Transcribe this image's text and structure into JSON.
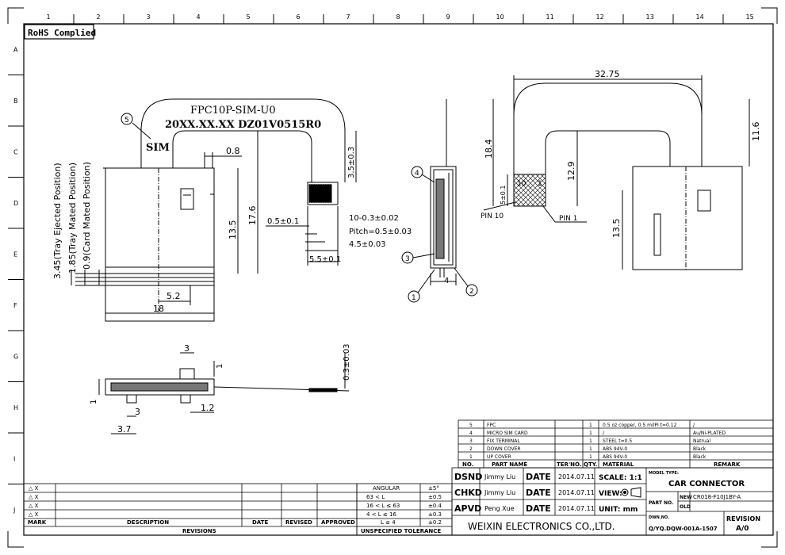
{
  "grid": {
    "cols": [
      "1",
      "2",
      "3",
      "4",
      "5",
      "6",
      "7",
      "8",
      "9",
      "10",
      "11",
      "12",
      "13",
      "14",
      "15"
    ],
    "rows": [
      "A",
      "B",
      "C",
      "D",
      "E",
      "F",
      "G",
      "H",
      "I",
      "J"
    ]
  },
  "stamp": "RoHS Complied",
  "main_view": {
    "part_line1": "FPC10P-SIM-U0",
    "part_line2": "20XX.XX.XX DZ01V0515R0",
    "sim_label": "SIM",
    "callout": "5",
    "dims": {
      "tray_ejected": "3.45(Tray Ejected Position)",
      "tray_mated": "1.85(Tray Mated Position)",
      "card_mated": "0.9(Card Mated Position)",
      "d0_8": "0.8",
      "d13_5": "13.5",
      "d17_6": "17.6",
      "d3_5": "3.5±0.3",
      "d0_5": "0.5±0.1",
      "d10": "10-0.3±0.02",
      "pitch": "Pitch=0.5±0.03",
      "d4_5": "4.5±0.03",
      "d5_5": "5.5±0.1",
      "d5_2": "5.2",
      "d18": "18"
    }
  },
  "side_view": {
    "callouts": [
      "4",
      "3",
      "1",
      "2"
    ],
    "d4": "4"
  },
  "right_view": {
    "d32_75": "32.75",
    "d11_6": "11.6",
    "d18_4": "18.4",
    "d12_9": "12.9",
    "d5": "5±0.1",
    "pin10": "PIN 10",
    "pin1": "PIN 1",
    "num10": "10",
    "num1": "1",
    "d13_5": "13.5"
  },
  "bottom_view": {
    "d3a": "3",
    "d0_3": "0.3±0.03",
    "d1a": "1",
    "d1b": "1",
    "d1_2": "1.2",
    "d3b": "3",
    "d3_7": "3.7"
  },
  "bom": {
    "rows": [
      {
        "no": "5",
        "name": "FPC",
        "qty": "1",
        "material": "0.5 oz copper, 0.5 milPI t=0.12",
        "remark": "/"
      },
      {
        "no": "4",
        "name": "MICRO SIM CARD",
        "qty": "1",
        "material": "/",
        "remark": "Au/Ni-PLATED"
      },
      {
        "no": "3",
        "name": "FIX TERMINAL",
        "qty": "1",
        "material": "STEEL  t=0.5",
        "remark": "Natrual"
      },
      {
        "no": "2",
        "name": "DOWN COVER",
        "qty": "1",
        "material": "ABS  94V-0",
        "remark": "Black"
      },
      {
        "no": "1",
        "name": "UP COVER",
        "qty": "1",
        "material": "ABS  94V-0",
        "remark": "Black"
      }
    ],
    "headers": {
      "no": "NO.",
      "name": "PART NAME",
      "terno": "TER'NO.",
      "qty": "QTY.",
      "material": "MATERIAL",
      "remark": "REMARK"
    }
  },
  "title_block": {
    "dsnd_label": "DSND",
    "dsnd_name": "Jimmy Liu",
    "date_label1": "DATE",
    "date1": "2014.07.11",
    "chkd_label": "CHKD",
    "chkd_name": "Jimmy Liu",
    "date_label2": "DATE",
    "date2": "2014.07.11",
    "apvd_label": "APVD",
    "apvd_name": "Peng Xue",
    "date_label3": "DATE",
    "date3": "2014.07.11",
    "scale": "SCALE: 1:1",
    "view": "VIEW:",
    "unit": "UNIT:  mm",
    "company": "WEIXIN ELECTRONICS CO.,LTD.",
    "model_type_label": "MODEL TYPE:",
    "model_type": "CAR CONNECTOR",
    "part_no_label": "PART NO.",
    "new_label": "NEW",
    "new_value": "CR018-F10J1BY-A",
    "old_label": "OLD",
    "dwn_no_label": "DWN.NO.",
    "dwn_no": "Q/YQ.DQW-001A-1507",
    "revision_label": "REVISION",
    "revision": "A/0"
  },
  "tolerance": {
    "header": "ANGULAR",
    "angular": "±5°",
    "rows": [
      {
        "range": "63 < L",
        "tol": "±0.5"
      },
      {
        "range": "16 < L ≤ 63",
        "tol": "±0.4"
      },
      {
        "range": "4 < L ≤ 16",
        "tol": "±0.3"
      },
      {
        "range": "L ≤ 4",
        "tol": "±0.2"
      }
    ],
    "footer": "UNSPECIFIED TOLERANCE"
  },
  "revisions": {
    "marks": [
      "△ X",
      "△ X",
      "△ X",
      "△ X"
    ],
    "headers": {
      "mark": "MARK",
      "desc": "DESCRIPTION",
      "date": "DATE",
      "revised": "REVISED",
      "approved": "APPROVED"
    },
    "footer": "REVISIONS"
  }
}
